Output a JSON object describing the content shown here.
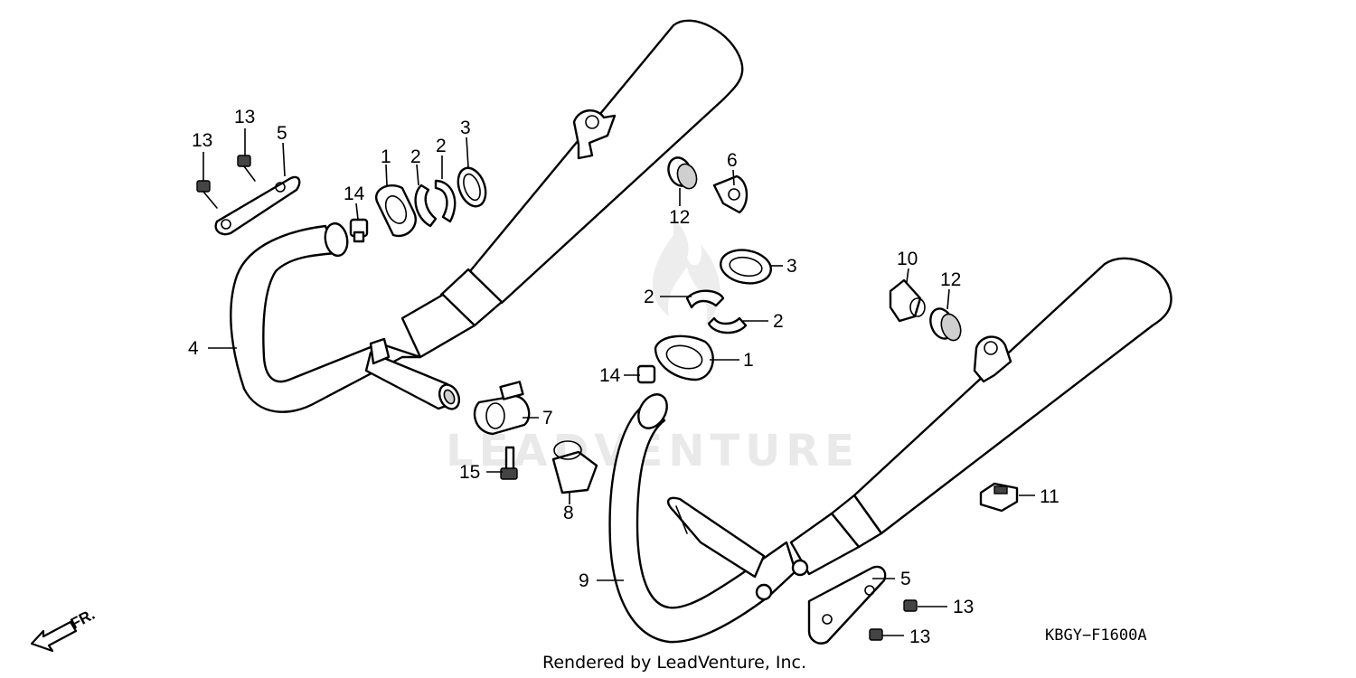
{
  "watermark": {
    "text": "LEADVENTURE"
  },
  "diagram_code": "KBGY−F1600A",
  "footer": "Rendered by LeadVenture, Inc.",
  "direction_label": "FR.",
  "callouts": {
    "c13a": "13",
    "c13b": "13",
    "c5a": "5",
    "c14a": "14",
    "c1a": "1",
    "c2a": "2",
    "c2b": "2",
    "c3a": "3",
    "c4": "4",
    "c7": "7",
    "c15": "15",
    "c8": "8",
    "c6": "6",
    "c12a": "12",
    "c3b": "3",
    "c2c": "2",
    "c2d": "2",
    "c1b": "1",
    "c14b": "14",
    "c10": "10",
    "c12b": "12",
    "c11": "11",
    "c9": "9",
    "c5b": "5",
    "c13c": "13",
    "c13d": "13"
  }
}
